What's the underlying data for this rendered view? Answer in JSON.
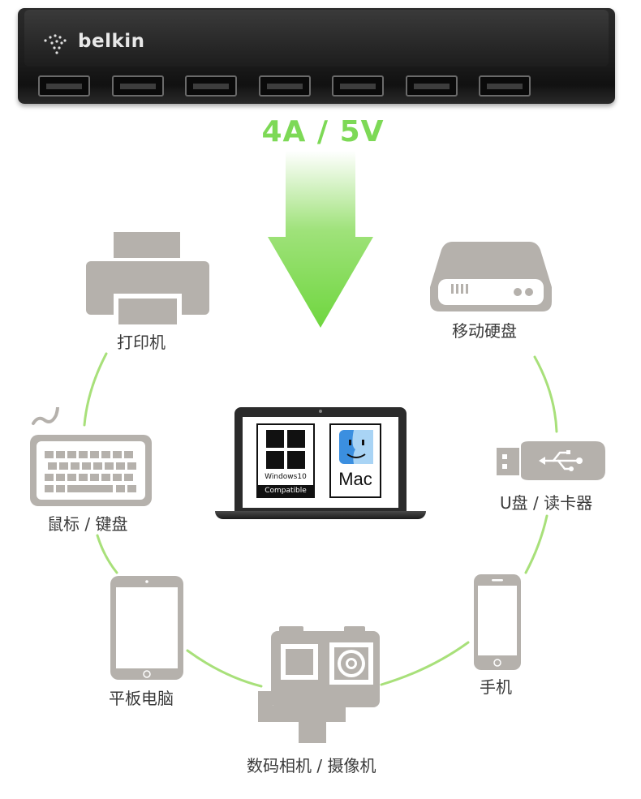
{
  "hub": {
    "brand": "belkin",
    "port_count": 7
  },
  "power_label": "4A / 5V",
  "laptop": {
    "windows_badge": {
      "line1": "Windows10",
      "line2": "Compatible"
    },
    "mac_badge": {
      "label": "Mac"
    }
  },
  "devices": {
    "printer": "打印机",
    "hard_drive": "移动硬盘",
    "keyboard_mouse": "鼠标 / 键盘",
    "usb_card_reader": "U盘 / 读卡器",
    "tablet": "平板电脑",
    "phone": "手机",
    "camera": "数码相机 / 摄像机"
  },
  "icons": {
    "printer": "printer-icon",
    "hard_drive": "hard-drive-icon",
    "keyboard": "keyboard-icon",
    "usb": "usb-flash-drive-icon",
    "tablet": "tablet-icon",
    "phone": "smartphone-icon",
    "camera": "action-camera-icon",
    "arrow": "down-arrow-icon"
  },
  "colors": {
    "icon_gray": "#b5b1ac",
    "accent_green": "#7dd956",
    "ring_green": "#a8e07a",
    "hub_black": "#1c1c1c"
  }
}
